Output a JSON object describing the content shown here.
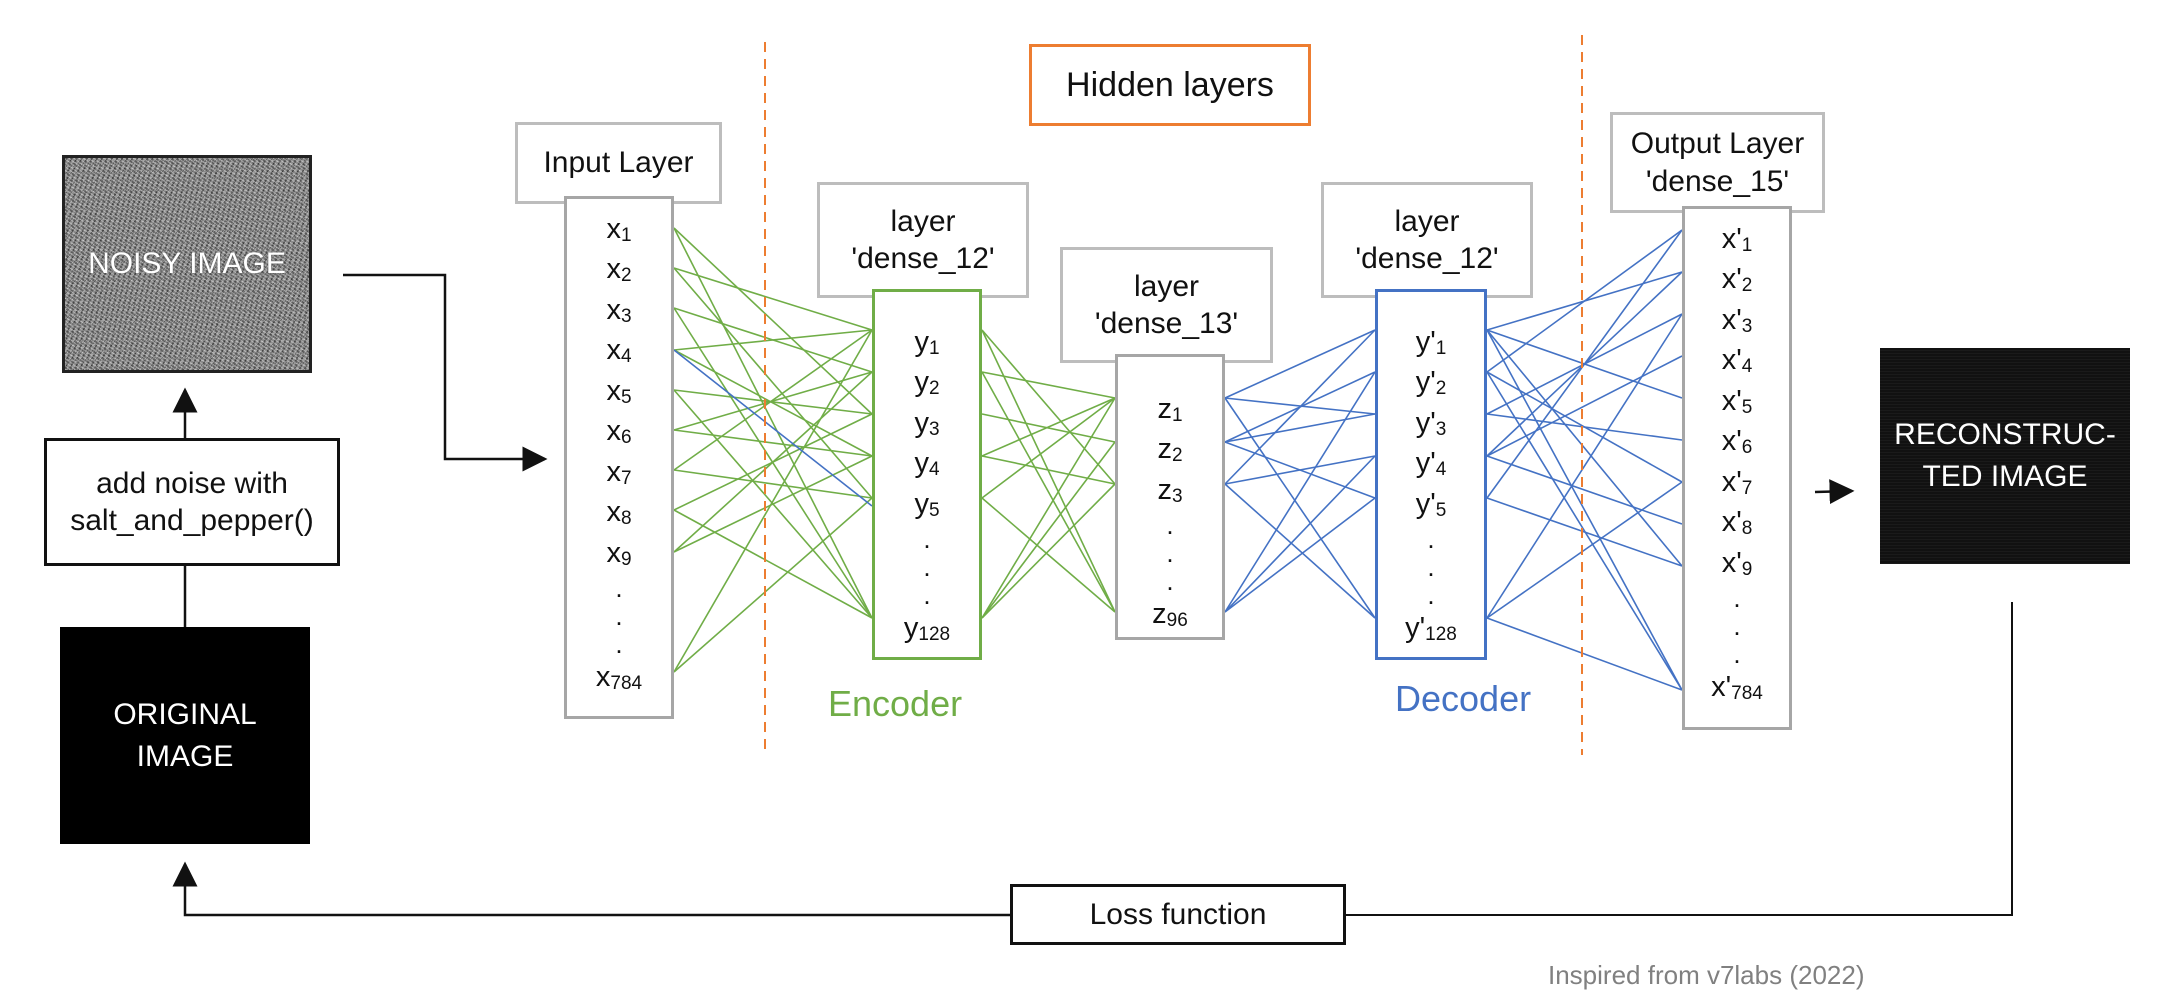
{
  "hidden_layers_label": "Hidden layers",
  "noisy_image_label": "NOISY IMAGE",
  "add_noise_label_1": "add noise with",
  "add_noise_label_2": "salt_and_pepper()",
  "original_image_label_1": "ORIGINAL",
  "original_image_label_2": "IMAGE",
  "reconstructed_label_1": "RECONSTRUC-",
  "reconstructed_label_2": "TED IMAGE",
  "loss_function_label": "Loss function",
  "credit": "Inspired from v7labs (2022)",
  "encoder_label": "Encoder",
  "decoder_label": "Decoder",
  "input_layer": {
    "title": "Input Layer",
    "nodes": [
      {
        "base": "x",
        "sub": "1"
      },
      {
        "base": "x",
        "sub": "2"
      },
      {
        "base": "x",
        "sub": "3"
      },
      {
        "base": "x",
        "sub": "4"
      },
      {
        "base": "x",
        "sub": "5"
      },
      {
        "base": "x",
        "sub": "6"
      },
      {
        "base": "x",
        "sub": "7"
      },
      {
        "base": "x",
        "sub": "8"
      },
      {
        "base": "x",
        "sub": "9"
      }
    ],
    "last": {
      "base": "x",
      "sub": "784"
    }
  },
  "encoder_layer": {
    "title_1": "layer",
    "title_2": "'dense_12'",
    "nodes": [
      {
        "base": "y",
        "sub": "1"
      },
      {
        "base": "y",
        "sub": "2"
      },
      {
        "base": "y",
        "sub": "3"
      },
      {
        "base": "y",
        "sub": "4"
      },
      {
        "base": "y",
        "sub": "5"
      }
    ],
    "last": {
      "base": "y",
      "sub": "128"
    }
  },
  "bottleneck_layer": {
    "title_1": "layer",
    "title_2": "'dense_13'",
    "nodes": [
      {
        "base": "z",
        "sub": "1"
      },
      {
        "base": "z",
        "sub": "2"
      },
      {
        "base": "z",
        "sub": "3"
      }
    ],
    "last": {
      "base": "z",
      "sub": "96"
    }
  },
  "decoder_layer": {
    "title_1": "layer",
    "title_2": "'dense_12'",
    "nodes": [
      {
        "base": "y'",
        "sub": "1"
      },
      {
        "base": "y'",
        "sub": "2"
      },
      {
        "base": "y'",
        "sub": "3"
      },
      {
        "base": "y'",
        "sub": "4"
      },
      {
        "base": "y'",
        "sub": "5"
      }
    ],
    "last": {
      "base": "y'",
      "sub": "128"
    }
  },
  "output_layer": {
    "title_1": "Output Layer",
    "title_2": "'dense_15'",
    "nodes": [
      {
        "base": "x'",
        "sub": "1"
      },
      {
        "base": "x'",
        "sub": "2"
      },
      {
        "base": "x'",
        "sub": "3"
      },
      {
        "base": "x'",
        "sub": "4"
      },
      {
        "base": "x'",
        "sub": "5"
      },
      {
        "base": "x'",
        "sub": "6"
      },
      {
        "base": "x'",
        "sub": "7"
      },
      {
        "base": "x'",
        "sub": "8"
      },
      {
        "base": "x'",
        "sub": "9"
      }
    ],
    "last": {
      "base": "x'",
      "sub": "784"
    }
  },
  "colors": {
    "encoder": "#70ad47",
    "decoder": "#4472c4",
    "hidden_border": "#ed7d31",
    "layer_border": "#a6a6a6",
    "credit": "#808080"
  }
}
